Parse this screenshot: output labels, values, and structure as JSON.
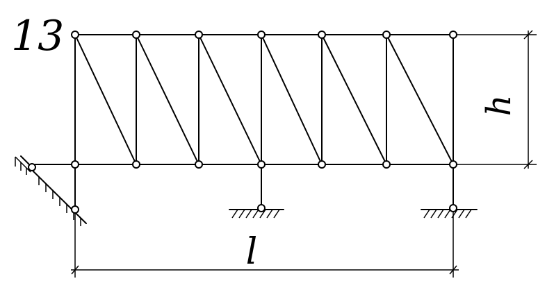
{
  "figure": {
    "number": "13",
    "height_label": "h",
    "span_label": "l"
  }
}
